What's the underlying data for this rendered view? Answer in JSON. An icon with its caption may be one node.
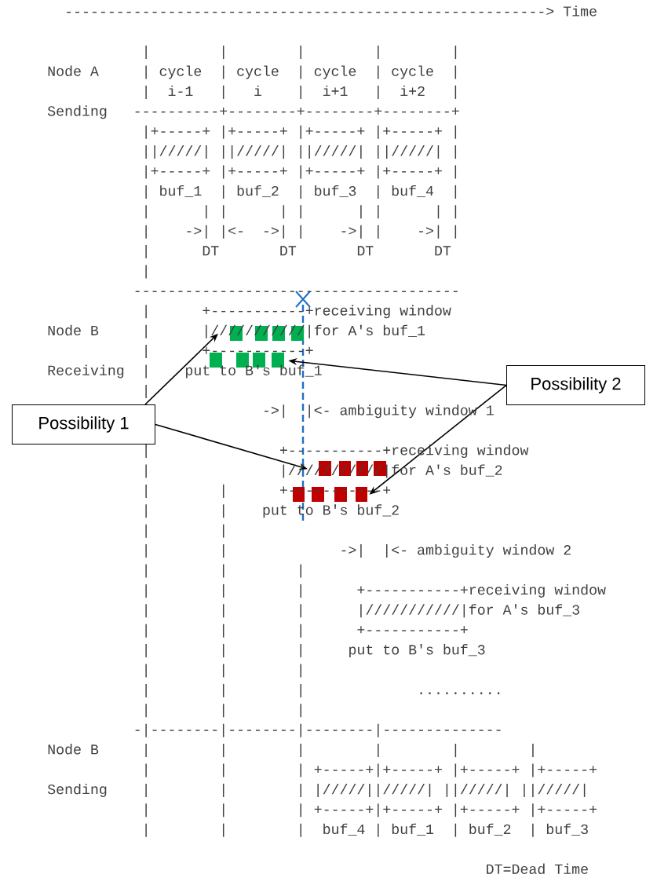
{
  "diagram": {
    "nodes": [
      {
        "text": [],
        "shape": "box"
      },
      {
        "text": [],
        "shape": "box"
      },
      {
        "text": [
          "Possibility 2"
        ]
      },
      {
        "text": [
          "Possibility 1"
        ]
      },
      {
        "text": [],
        "shape": "box"
      },
      {
        "text": [],
        "shape": "box"
      }
    ],
    "edges": [
      {
        "from": 3,
        "to": 0,
        "arrow": "to"
      },
      {
        "from": 3,
        "to": 4,
        "arrow": "to"
      },
      {
        "from": 2,
        "to": 1,
        "arrow": "to"
      },
      {
        "from": 2,
        "to": 5,
        "arrow": "to"
      }
    ],
    "labels": [
      "--------------------------------------------------------> Time",
      "|        |        |        |        |",
      "Node A",
      "| cycle  | cycle  | cycle  | cycle  |",
      "|  i-1   |   i    |  i+1   |  i+2   |",
      "Sending",
      "----------+--------+--------+--------+",
      "|+-----+ |+-----+ |+-----+ |+-----+ |",
      "||/////| ||/////| ||/////| ||/////| |",
      "|+-----+ |+-----+ |+-----+ |+-----+ |",
      "| buf_1  | buf_2  | buf_3  | buf_4  |",
      "|      | |      | |      | |      | |",
      "|    ->| |<-  ->| |    ->| |    ->| |",
      "|      DT       DT       DT       DT",
      "|",
      "--------------------------------------",
      "|      +-----------+receiving window",
      "Node B",
      "|      |///////////|for A's buf_1",
      "|      +-----------+",
      "Receiving",
      "|    put to B's buf_1",
      "|",
      "->|  |<- ambiguity window 1",
      "|               +-----------+receiving window",
      "|               |///////////|for A's buf_2",
      "|        |      +-----------+",
      "|        |    put to B's buf_2",
      "|        |",
      "|        |             ->|  |<- ambiguity window 2",
      "|        |        |",
      "|        |        |      +-----------+receiving window",
      "|        |        |      |///////////|for A's buf_3",
      "|        |        |      +-----------+",
      "|        |        |     put to B's buf_3",
      "|        |        |",
      "|        |        |             ..........",
      "|        |        |",
      "-|--------|--------|--------|--------------",
      "Node B",
      "|        |        |        |        |        |",
      "|        |        | +-----+|+-----+ |+-----+ |+-----+",
      "Sending",
      "|        |        | |/////||/////| ||/////| ||/////|",
      "|        |        | +-----+|+-----+ |+-----+ |+-----+",
      "|        |        |  buf_4 | buf_1  | buf_2  | buf_3",
      "DT=Dead Time"
    ]
  }
}
